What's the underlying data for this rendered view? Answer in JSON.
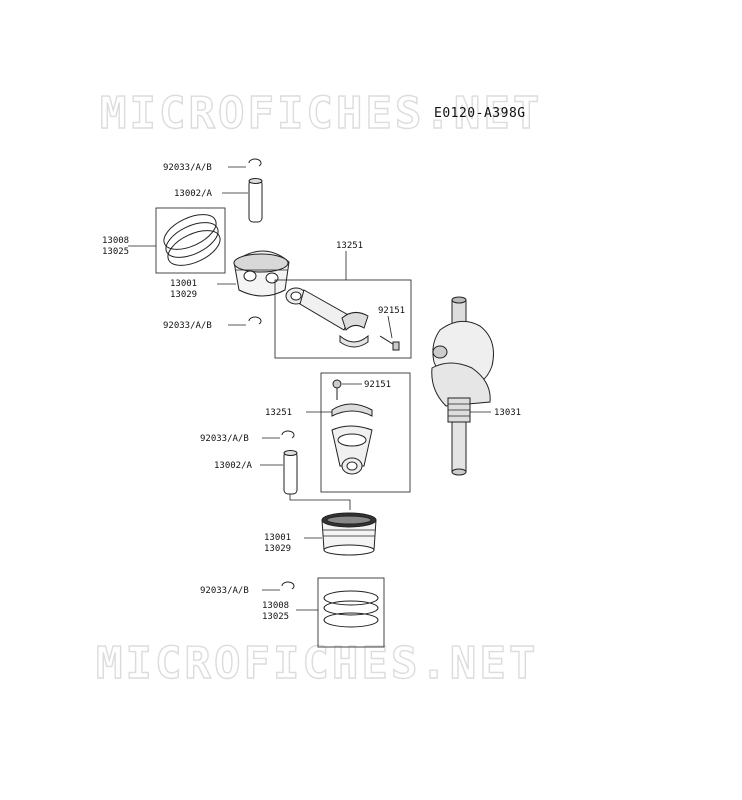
{
  "watermark": {
    "top": "MICROFICHES.NET",
    "bottom": "MICROFICHES.NET"
  },
  "diagram_code": "E0120-A398G",
  "labels": {
    "snap_ring_top1": "92033/A/B",
    "pin_top": "13002/A",
    "rings_top_a": "13008",
    "rings_top_b": "13025",
    "piston_top_a": "13001",
    "piston_top_b": "13029",
    "snap_ring_top2": "92033/A/B",
    "conrod_top": "13251",
    "bolt_top": "92151",
    "bolt_bottom": "92151",
    "conrod_bottom": "13251",
    "crankshaft": "13031",
    "snap_ring_bottom1": "92033/A/B",
    "pin_bottom": "13002/A",
    "piston_bottom_a": "13001",
    "piston_bottom_b": "13029",
    "snap_ring_bottom2": "92033/A/B",
    "rings_bottom_a": "13008",
    "rings_bottom_b": "13025"
  }
}
